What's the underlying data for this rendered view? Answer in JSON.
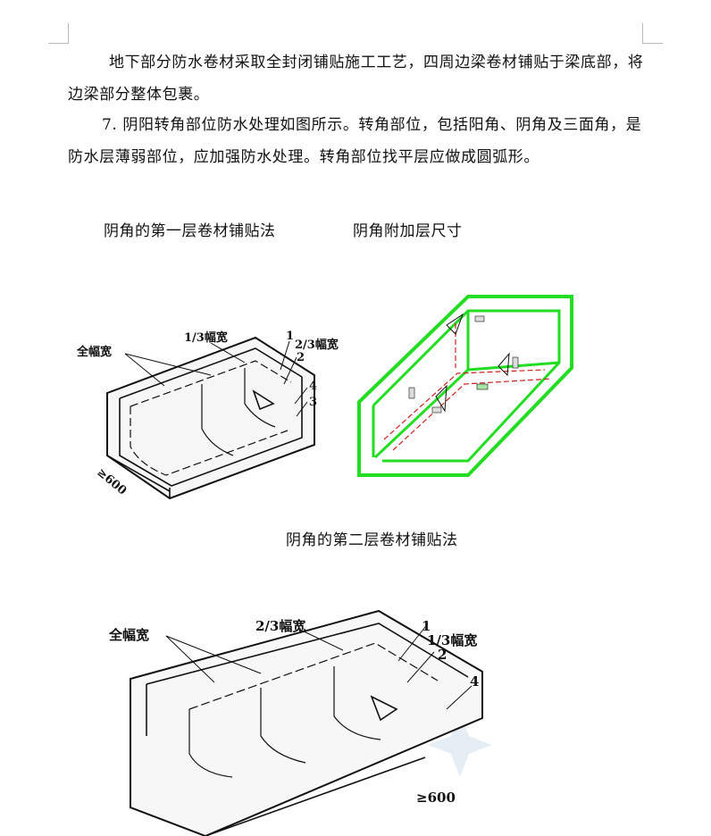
{
  "paragraphs": [
    "地下部分防水卷材采取全封闭铺贴施工工艺，四周边梁卷材铺贴于梁底部，将边梁部分整体包裹。",
    "7.  阴阳转角部位防水处理如图所示。转角部位，包括阳角、阴角及三面角，是防水层薄弱部位，应加强防水处理。转角部位找平层应做成圆弧形。"
  ],
  "captions": {
    "fig1": "阴角的第一层卷材铺贴法",
    "fig2": "阴角附加层尺寸",
    "fig3": "阴角的第二层卷材铺贴法"
  },
  "figure1": {
    "labels": [
      "全幅宽",
      "1/3幅宽",
      "1",
      "2/3幅宽",
      "2",
      "4",
      "3",
      "≥600"
    ]
  },
  "figure3": {
    "labels": [
      "全幅宽",
      "2/3幅宽",
      "1",
      "1/3幅宽",
      "2",
      "4",
      "≥600"
    ]
  },
  "colors": {
    "accent_green": "#22dd22",
    "red_dash": "#cc2222",
    "watermark": "#d7e4f0"
  }
}
